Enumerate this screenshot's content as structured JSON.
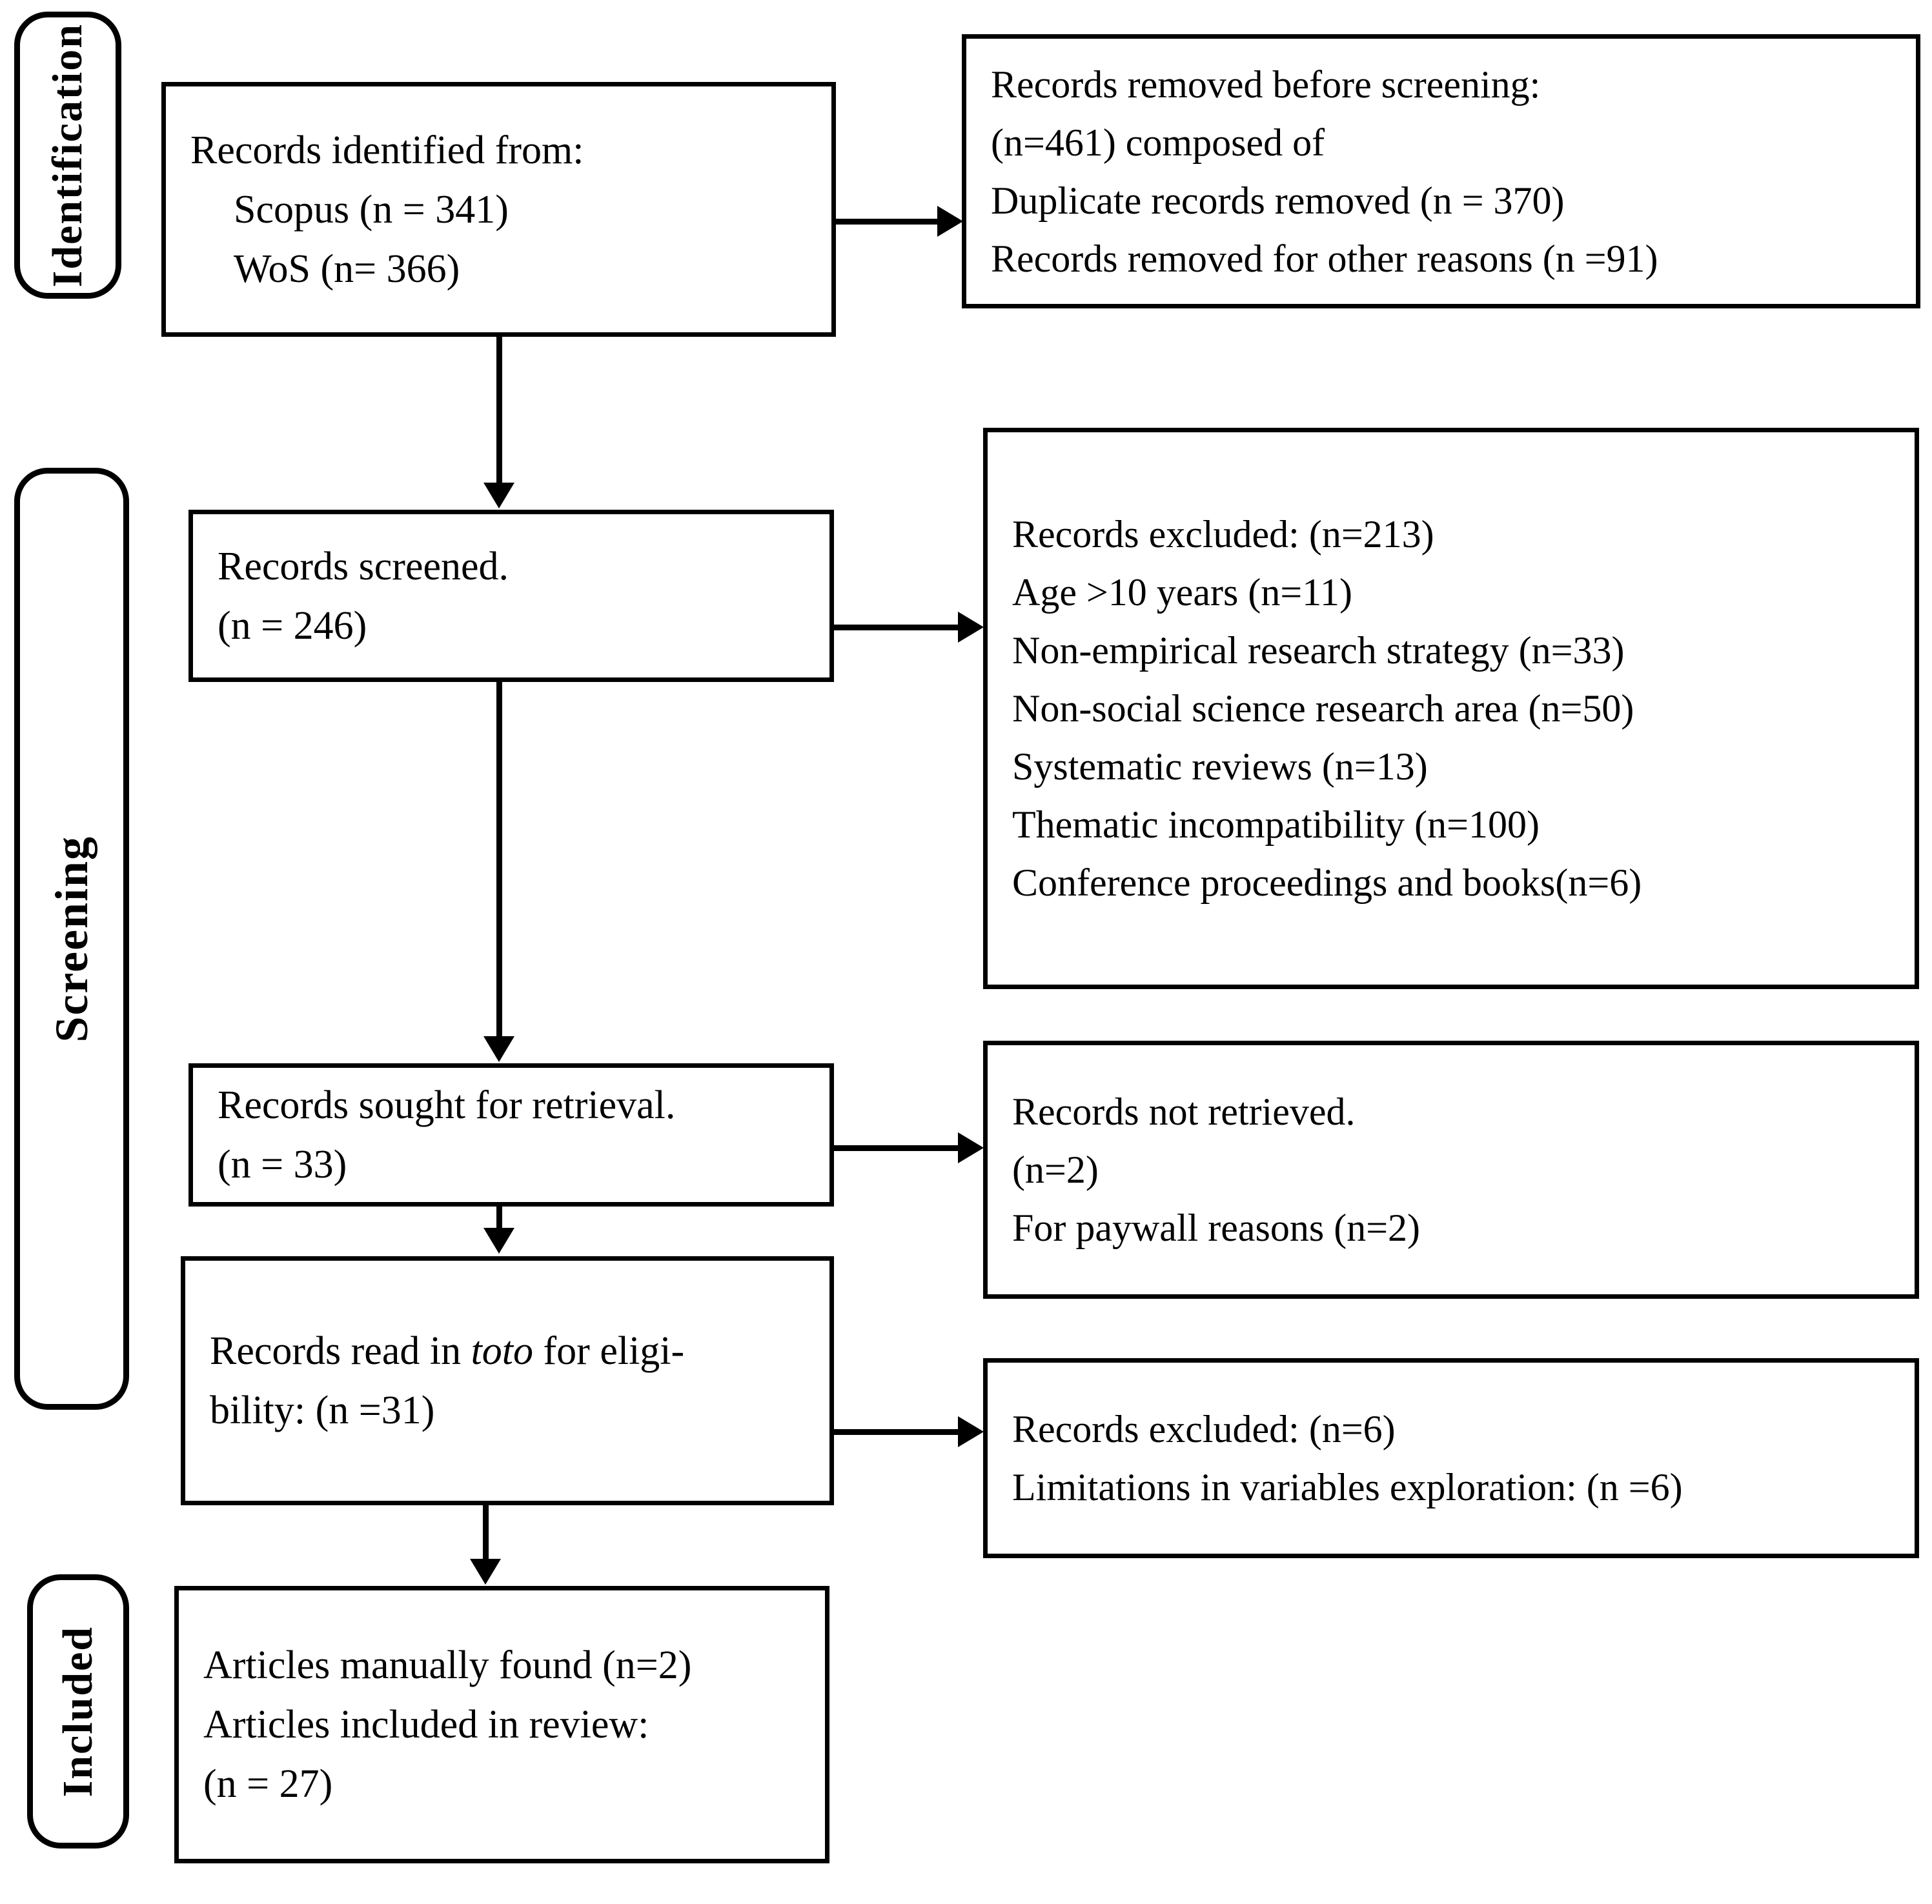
{
  "diagram": {
    "title": "PRISMA flow diagram",
    "stage_colors": {
      "background": "#ffffff",
      "stroke": "#000000",
      "text": "#000000"
    }
  },
  "stages": [
    {
      "id": "identification",
      "label": "Identification"
    },
    {
      "id": "screening",
      "label": "Screening"
    },
    {
      "id": "included",
      "label": "Included"
    }
  ],
  "boxes": {
    "identified": {
      "lines": [
        "Records identified from:",
        "Scopus (n = 341)",
        "WoS (n= 366)"
      ]
    },
    "removed_before_screening": {
      "lines": [
        "Records removed before screening:",
        "(n=461) composed of",
        "Duplicate records removed (n = 370)",
        "Records removed for other reasons (n =91)"
      ]
    },
    "screened": {
      "lines": [
        "Records screened.",
        "(n = 246)"
      ]
    },
    "excluded_screening": {
      "lines": [
        "Records excluded: (n=213)",
        "Age >10 years (n=11)",
        "Non-empirical research strategy (n=33)",
        "Non-social science research area (n=50)",
        "Systematic reviews (n=13)",
        "Thematic incompatibility (n=100)",
        "Conference proceedings and books(n=6)"
      ]
    },
    "sought_for_retrieval": {
      "lines": [
        "Records sought for retrieval.",
        "(n = 33)"
      ]
    },
    "not_retrieved": {
      "lines": [
        "Records not retrieved.",
        "(n=2)",
        "For paywall reasons (n=2)"
      ]
    },
    "read_in_toto": {
      "line1_pre": "Records read in ",
      "line1_italic": "toto",
      "line1_post": " for eligi-",
      "line2": "bility: (n =31)"
    },
    "excluded_eligibility": {
      "lines": [
        "Records excluded: (n=6)",
        "Limitations in variables exploration: (n =6)"
      ]
    },
    "included_final": {
      "lines": [
        "Articles manually found (n=2)",
        "Articles included in review:",
        "(n = 27)"
      ]
    }
  }
}
